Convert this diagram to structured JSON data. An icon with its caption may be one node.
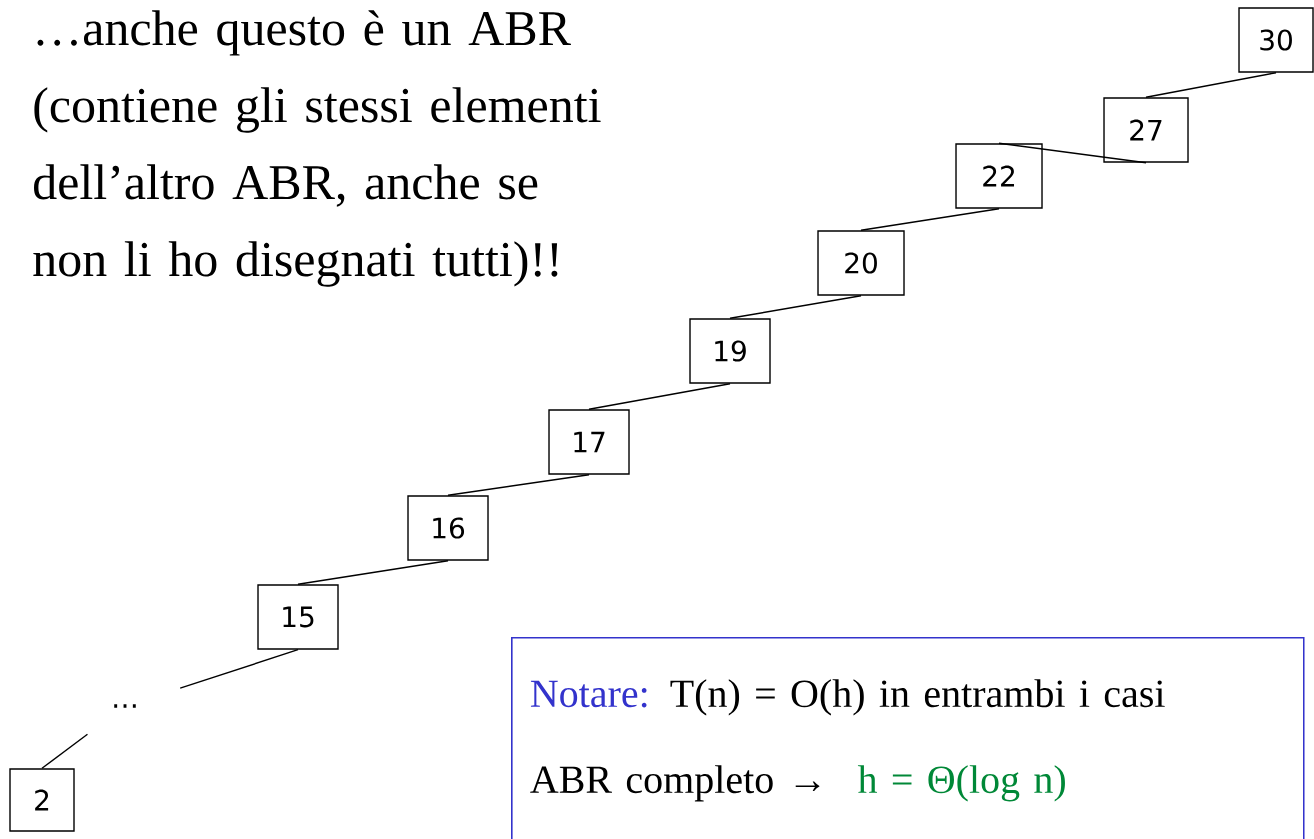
{
  "diagram": {
    "nodes": [
      {
        "text": [
          "30"
        ]
      },
      {
        "text": [
          "27"
        ]
      },
      {
        "text": [
          "22"
        ]
      },
      {
        "text": [
          "20"
        ]
      },
      {
        "text": [
          "19"
        ]
      },
      {
        "text": [
          "17"
        ]
      },
      {
        "text": [
          "16"
        ]
      },
      {
        "text": [
          "15"
        ]
      },
      {
        "text": [
          "…"
        ]
      },
      {
        "text": [
          "2"
        ]
      },
      {
        "text": [
          "Notare:",
          "T(n) = O(h) in entrambi i casi",
          "ABR completo →",
          "h = Θ(log n)"
        ]
      }
    ],
    "edges": [
      {
        "from": 0,
        "to": 1,
        "arrow": "none"
      },
      {
        "from": 1,
        "to": 2,
        "arrow": "none"
      },
      {
        "from": 2,
        "to": 3,
        "arrow": "none"
      },
      {
        "from": 3,
        "to": 4,
        "arrow": "none"
      },
      {
        "from": 4,
        "to": 5,
        "arrow": "none"
      },
      {
        "from": 5,
        "to": 6,
        "arrow": "none"
      },
      {
        "from": 6,
        "to": 7,
        "arrow": "none"
      },
      {
        "from": 7,
        "to": 8,
        "arrow": "none"
      },
      {
        "from": 8,
        "to": 9,
        "arrow": "none"
      }
    ],
    "labels": [
      "…anche questo è un ABR (contiene gli stessi elementi dell’altro ABR, anche se non li ho disegnati tutti)!!"
    ]
  }
}
